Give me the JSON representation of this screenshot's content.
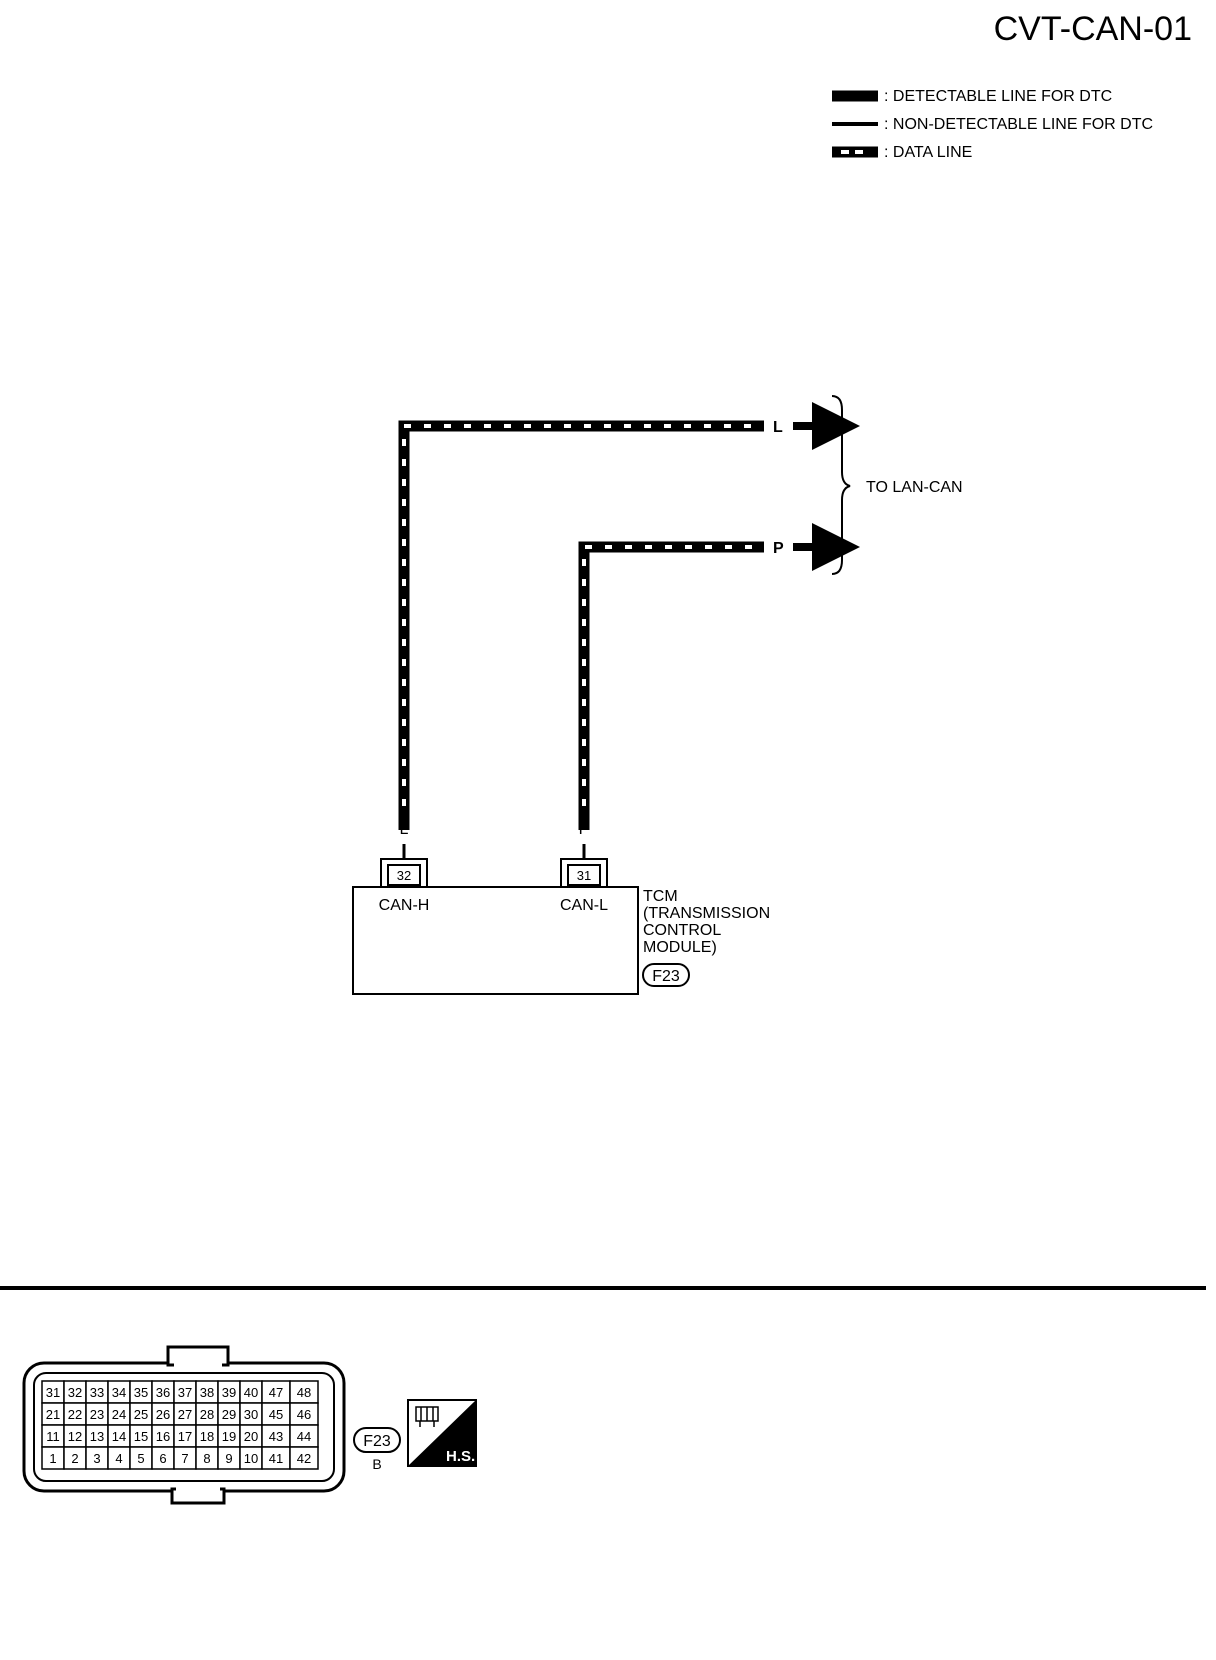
{
  "page": {
    "code": "CVT-CAN-01"
  },
  "legend": {
    "detectable": ": DETECTABLE LINE FOR DTC",
    "non_detectable": ": NON-DETECTABLE LINE FOR DTC",
    "data_line": ": DATA LINE"
  },
  "wiring": {
    "wire_l_color": "L",
    "wire_p_color": "P",
    "destination": "TO LAN-CAN"
  },
  "tcm": {
    "terminal_can_h": "32",
    "terminal_can_l": "31",
    "can_h_label": "CAN-H",
    "can_l_label": "CAN-L",
    "name_lines": [
      "TCM",
      "(TRANSMISSION",
      "CONTROL",
      "MODULE)"
    ],
    "connector_id": "F23"
  },
  "connector_view": {
    "connector_id": "F23",
    "connector_color": "B",
    "hs_symbol_text": "H.S.",
    "pin_rows": [
      [
        "31",
        "32",
        "33",
        "34",
        "35",
        "36",
        "37",
        "38",
        "39",
        "40",
        "47",
        "48"
      ],
      [
        "21",
        "22",
        "23",
        "24",
        "25",
        "26",
        "27",
        "28",
        "29",
        "30",
        "45",
        "46"
      ],
      [
        "11",
        "12",
        "13",
        "14",
        "15",
        "16",
        "17",
        "18",
        "19",
        "20",
        "43",
        "44"
      ],
      [
        "1",
        "2",
        "3",
        "4",
        "5",
        "6",
        "7",
        "8",
        "9",
        "10",
        "41",
        "42"
      ]
    ]
  }
}
